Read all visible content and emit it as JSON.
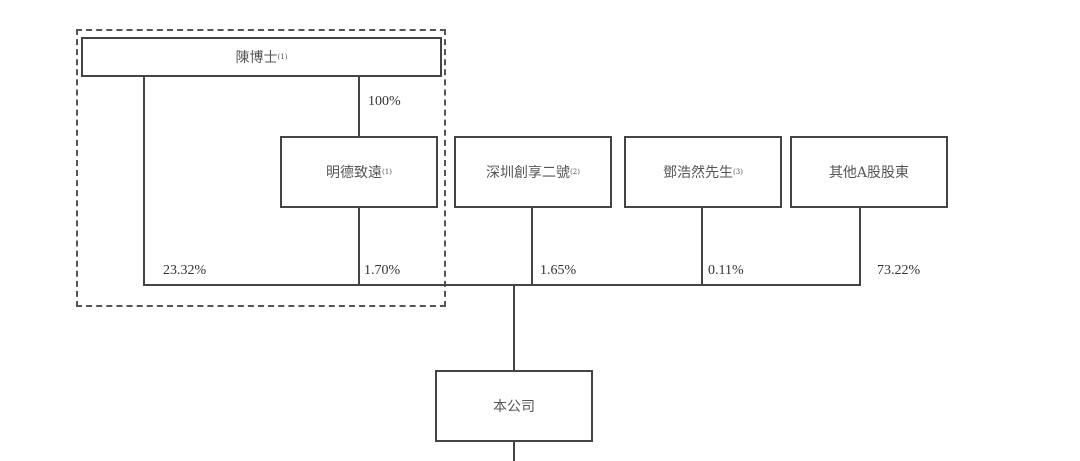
{
  "group_box": {
    "label": "dashed-group-chen"
  },
  "nodes": {
    "chen": {
      "name": "陳博士",
      "note": "(1)"
    },
    "mingde": {
      "name": "明德致遠",
      "note": "(1)"
    },
    "shenzhen": {
      "name": "深圳創享二號",
      "note": "(2)"
    },
    "deng": {
      "name": "鄧浩然先生",
      "note": "(3)"
    },
    "others": {
      "name": "其他A股股東",
      "note": ""
    },
    "company": {
      "name": "本公司",
      "note": ""
    }
  },
  "edges": {
    "chen_to_mingde": "100%",
    "chen_to_company": "23.32%",
    "mingde_to_company": "1.70%",
    "shenzhen_to_company": "1.65%",
    "deng_to_company": "0.11%",
    "others_to_company": "73.22%"
  }
}
